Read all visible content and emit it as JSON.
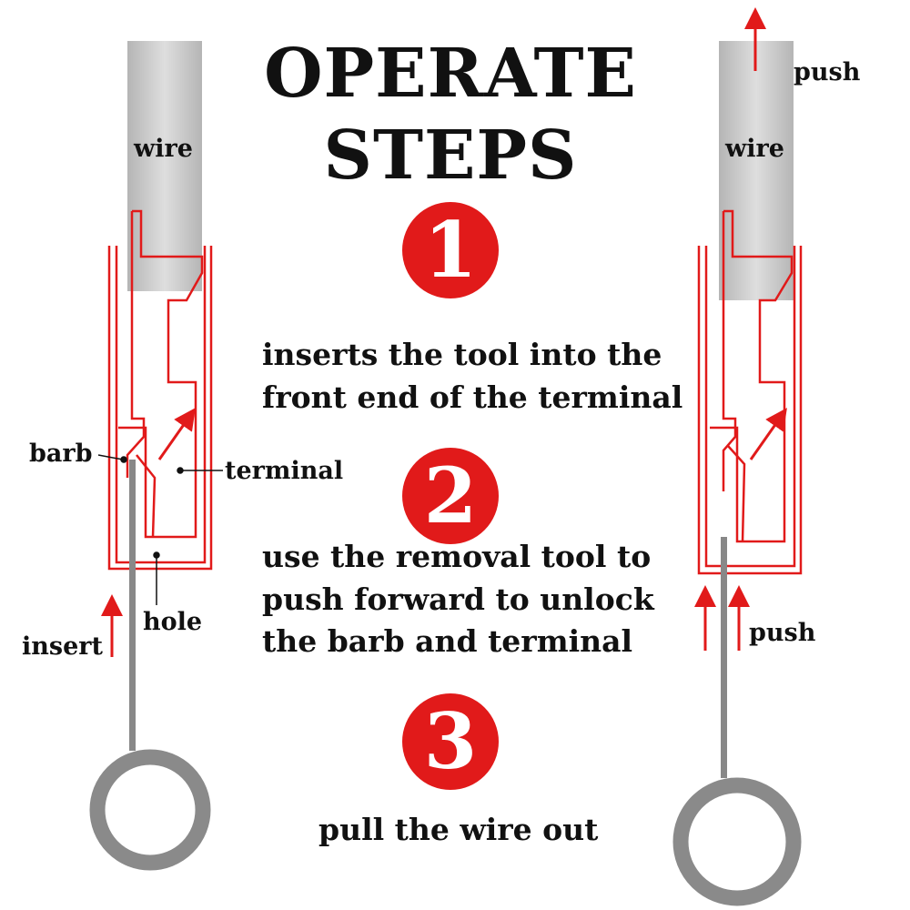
{
  "title": {
    "line1": "OPERATE",
    "line2": "STEPS"
  },
  "steps": [
    {
      "number": "1",
      "lines": [
        "inserts the tool into the",
        "front end of the terminal"
      ]
    },
    {
      "number": "2",
      "lines": [
        "use the removal tool to",
        "push forward to unlock",
        "the barb and terminal"
      ]
    },
    {
      "number": "3",
      "lines": [
        "pull the wire out"
      ]
    }
  ],
  "left_diagram": {
    "wire": "wire",
    "barb": "barb",
    "terminal": "terminal",
    "hole": "hole",
    "insert": "insert"
  },
  "right_diagram": {
    "push_top": "push",
    "wire": "wire",
    "push_bottom": "push"
  },
  "colors": {
    "accent": "#e11a1a",
    "wire": "#c8c8c8",
    "tool": "#8a8a8a"
  }
}
